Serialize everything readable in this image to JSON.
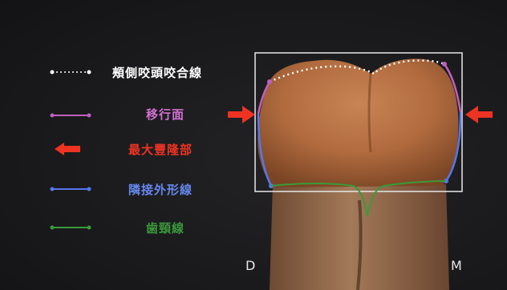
{
  "legend": [
    {
      "key": "buccal-cusp-ridge-line",
      "label": "頰側咬頭咬合線",
      "color": "#ffffff",
      "marker": "dotted-line"
    },
    {
      "key": "transition-surface",
      "label": "移行面",
      "color": "#c060c0",
      "marker": "line"
    },
    {
      "key": "height-of-contour",
      "label": "最大豐隆部",
      "color": "#ee3322",
      "marker": "arrow"
    },
    {
      "key": "proximal-outline",
      "label": "隣接外形線",
      "color": "#5577ee",
      "marker": "line"
    },
    {
      "key": "cervical-line",
      "label": "歯頸線",
      "color": "#3a9a3a",
      "marker": "line"
    }
  ],
  "labels": {
    "distal": "D",
    "mesial": "M"
  },
  "colors": {
    "background": "#1b1b1d",
    "box": "#e8e8e8",
    "tooth": "#b06a3e"
  }
}
